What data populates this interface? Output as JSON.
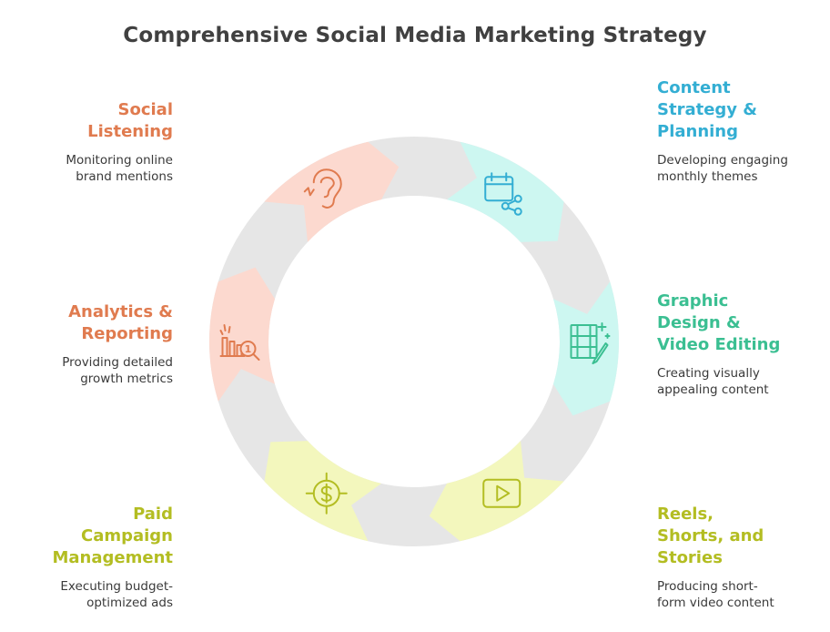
{
  "title": "Comprehensive Social Media Marketing Strategy",
  "steps": [
    {
      "title_lines": [
        "Content",
        "Strategy &",
        "Planning"
      ],
      "desc_lines": [
        "Developing engaging",
        "monthly themes"
      ],
      "icon": "calendar-share-icon",
      "color": "#33aed3",
      "fill": "#cdf7f1"
    },
    {
      "title_lines": [
        "Graphic",
        "Design &",
        "Video Editing"
      ],
      "desc_lines": [
        "Creating visually",
        "appealing content"
      ],
      "icon": "film-pen-icon",
      "color": "#3bbf92",
      "fill": "#cdf7f1"
    },
    {
      "title_lines": [
        "Reels,",
        "Shorts, and",
        "Stories"
      ],
      "desc_lines": [
        "Producing short-",
        "form video content"
      ],
      "icon": "play-button-icon",
      "color": "#b3bd22",
      "fill": "#f3f7bd"
    },
    {
      "title_lines": [
        "Paid",
        "Campaign",
        "Management"
      ],
      "desc_lines": [
        "Executing budget-",
        "optimized ads"
      ],
      "icon": "dollar-target-icon",
      "color": "#b3bd22",
      "fill": "#f3f7bd"
    },
    {
      "title_lines": [
        "Analytics &",
        "Reporting"
      ],
      "desc_lines": [
        "Providing detailed",
        "growth metrics"
      ],
      "icon": "bar-chart-magnifier-icon",
      "color": "#e07b4f",
      "fill": "#fcd9cf"
    },
    {
      "title_lines": [
        "Social",
        "Listening"
      ],
      "desc_lines": [
        "Monitoring online",
        "brand mentions"
      ],
      "icon": "ear-icon",
      "color": "#e07b4f",
      "fill": "#fcd9cf"
    }
  ]
}
